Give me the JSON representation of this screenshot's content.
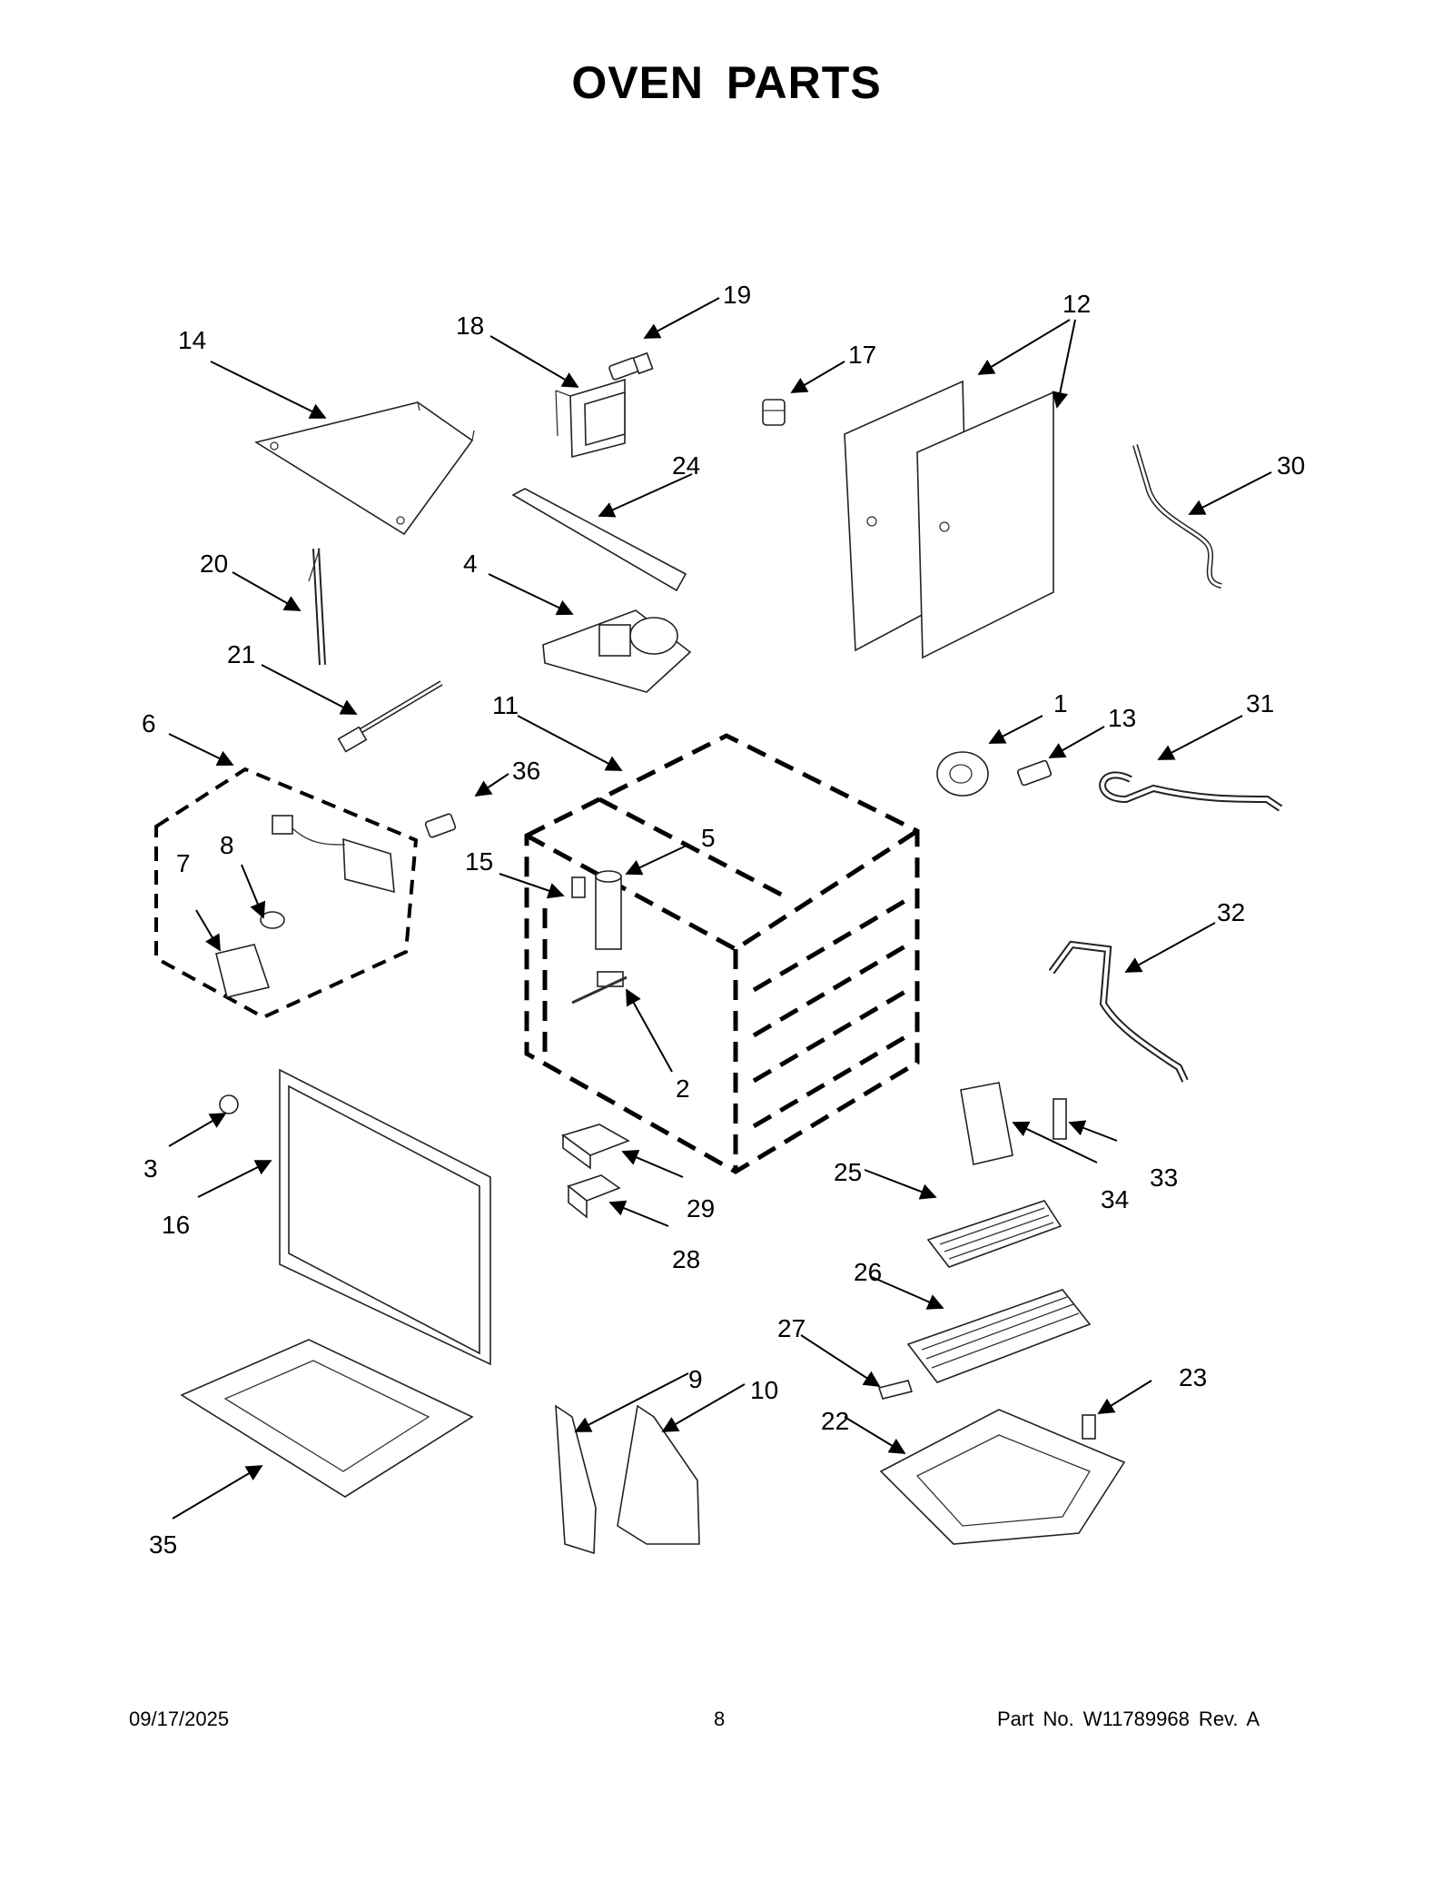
{
  "title": "OVEN PARTS",
  "callouts": [
    "1",
    "2",
    "3",
    "4",
    "5",
    "6",
    "7",
    "8",
    "9",
    "10",
    "11",
    "12",
    "13",
    "14",
    "15",
    "16",
    "17",
    "18",
    "19",
    "20",
    "21",
    "22",
    "23",
    "24",
    "25",
    "26",
    "27",
    "28",
    "29",
    "30",
    "31",
    "32",
    "33",
    "34",
    "35",
    "36"
  ],
  "footer": {
    "date": "09/17/2025",
    "page": "8",
    "part_number": "Part No.  W11789968  Rev.  A"
  }
}
